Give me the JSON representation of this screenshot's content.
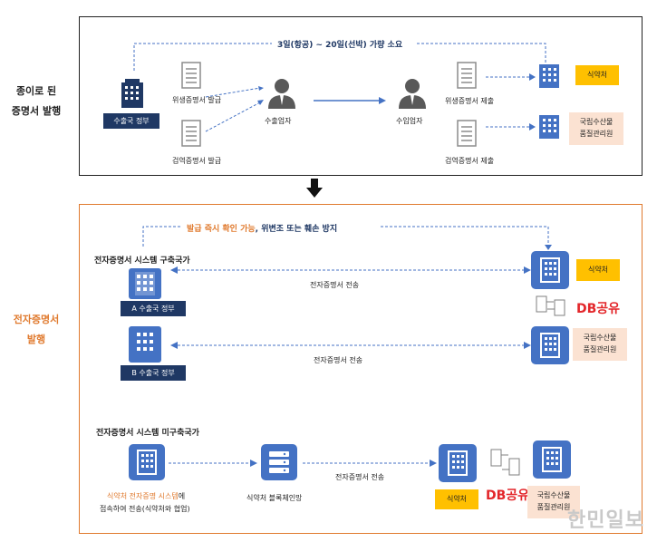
{
  "paper": {
    "section_label": "종이로 된\n증명서 발행",
    "duration_note": "3일(항공) ~ 20일(선박) 가량 소요",
    "exporting_gov": "수출국 정부",
    "hygiene_issue": "위생증명서 발급",
    "quarantine_issue": "검역증명서 발급",
    "exporter": "수출업자",
    "importer": "수입업자",
    "hygiene_submit": "위생증명서 제출",
    "quarantine_submit": "검역증명서 제출",
    "mfds": "식약처",
    "nfqs": "국립수산물\n품질관리원"
  },
  "electronic": {
    "section_label": "전자증명서\n발행",
    "top_note_part1": "발급 즉시 확인 가능",
    "top_note_part2": ", 위변조 또는 훼손 방지",
    "built_header": "전자증명서 시스템 구축국가",
    "gov_a": "A 수출국 정부",
    "gov_b": "B 수출국 정부",
    "transfer1": "전자증명서 전송",
    "transfer2": "전자증명서 전송",
    "mfds": "식약처",
    "nfqs": "국립수산물\n품질관리원",
    "db_share": "DB공유",
    "unbuilt_header": "전자증명서 시스템 미구축국가",
    "mfds_system_orange": "식약처 전자증명 시스템",
    "mfds_system_suffix": "에",
    "mfds_system_line2": "접속하여 전송(식약처와 협업)",
    "blockchain": "식약처 블록체인망",
    "transfer3": "전자증명서 전송",
    "mfds2": "식약처",
    "db_share2": "DB공유",
    "nfqs2": "국립수산물\n품질관리원"
  },
  "watermark": "한민일보",
  "colors": {
    "accent_blue": "#4472c4",
    "navy": "#1f3864",
    "orange": "#e07a2e",
    "yellow": "#ffc000",
    "peach": "#fbe2d2",
    "red": "#e3262a"
  }
}
